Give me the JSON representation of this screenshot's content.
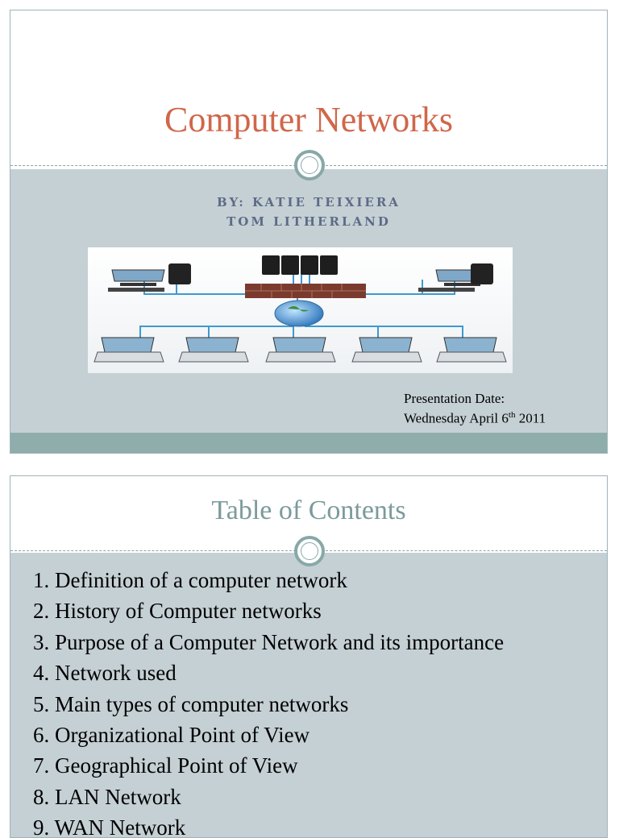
{
  "slide1": {
    "title": "Computer Networks",
    "byline_line1": "BY: KATIE TEIXIERA",
    "byline_line2": "TOM LITHERLAND",
    "presentation_label": "Presentation Date:",
    "date_prefix": "Wednesday April 6",
    "date_suffix_sup": "th",
    "date_year": " 2011"
  },
  "slide2": {
    "title": "Table of Contents",
    "items": [
      "1. Definition of a computer network",
      "2. History of Computer networks",
      "3. Purpose of a Computer Network and its importance",
      "4. Network used",
      "5. Main types of computer networks",
      "6. Organizational Point of View",
      "7. Geographical Point of View",
      "8. LAN Network",
      "9. WAN Network"
    ]
  },
  "colors": {
    "title1": "#d0674a",
    "title2": "#7b9a9b",
    "band": "#c5d0d5",
    "footer": "#8fadab",
    "byline": "#5d6b86"
  }
}
